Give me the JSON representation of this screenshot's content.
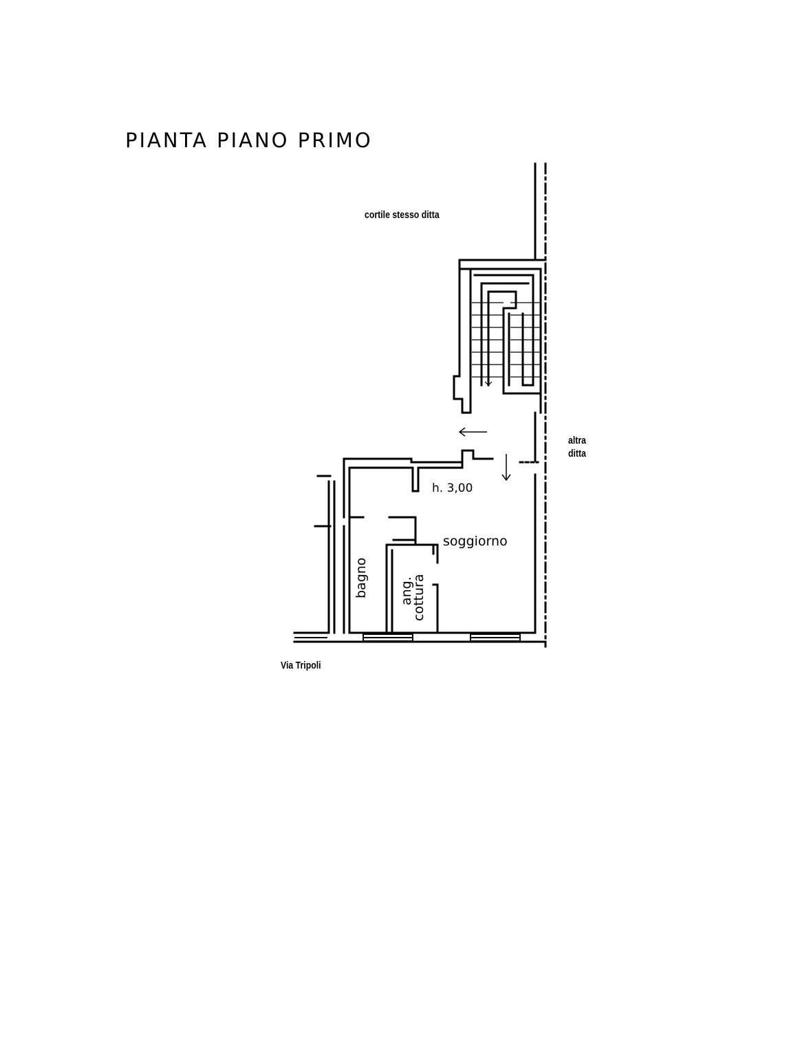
{
  "title": "PIANTA PIANO PRIMO",
  "labels": {
    "courtyard": "cortile stesso ditta",
    "other_owner_line1": "altra",
    "other_owner_line2": "ditta",
    "height": "h. 3,00",
    "living_room": "soggiorno",
    "bathroom": "bagno",
    "kitchenette_line1": "ang.",
    "kitchenette_line2": "cottura",
    "street": "Via Tripoli"
  }
}
